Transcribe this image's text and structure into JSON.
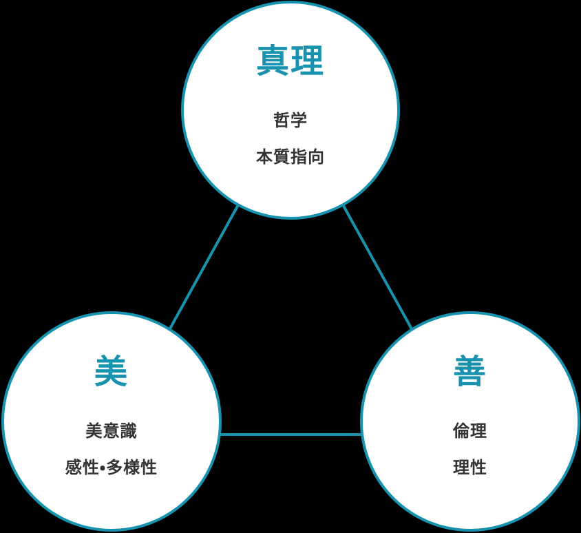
{
  "colors": {
    "background": "#000000",
    "accent": "#1793af",
    "node_fill": "#ffffff",
    "sub_text": "#333333"
  },
  "diagram": {
    "type": "relationship-triangle",
    "nodes": [
      {
        "id": "truth",
        "title": "真理",
        "lines": [
          "哲学",
          "本質指向"
        ]
      },
      {
        "id": "beauty",
        "title": "美",
        "lines": [
          "美意識",
          "感性・多様性"
        ]
      },
      {
        "id": "good",
        "title": "善",
        "lines": [
          "倫理",
          "理性"
        ]
      }
    ],
    "edges": [
      {
        "from": "truth",
        "to": "beauty"
      },
      {
        "from": "truth",
        "to": "good"
      },
      {
        "from": "beauty",
        "to": "good"
      }
    ]
  }
}
